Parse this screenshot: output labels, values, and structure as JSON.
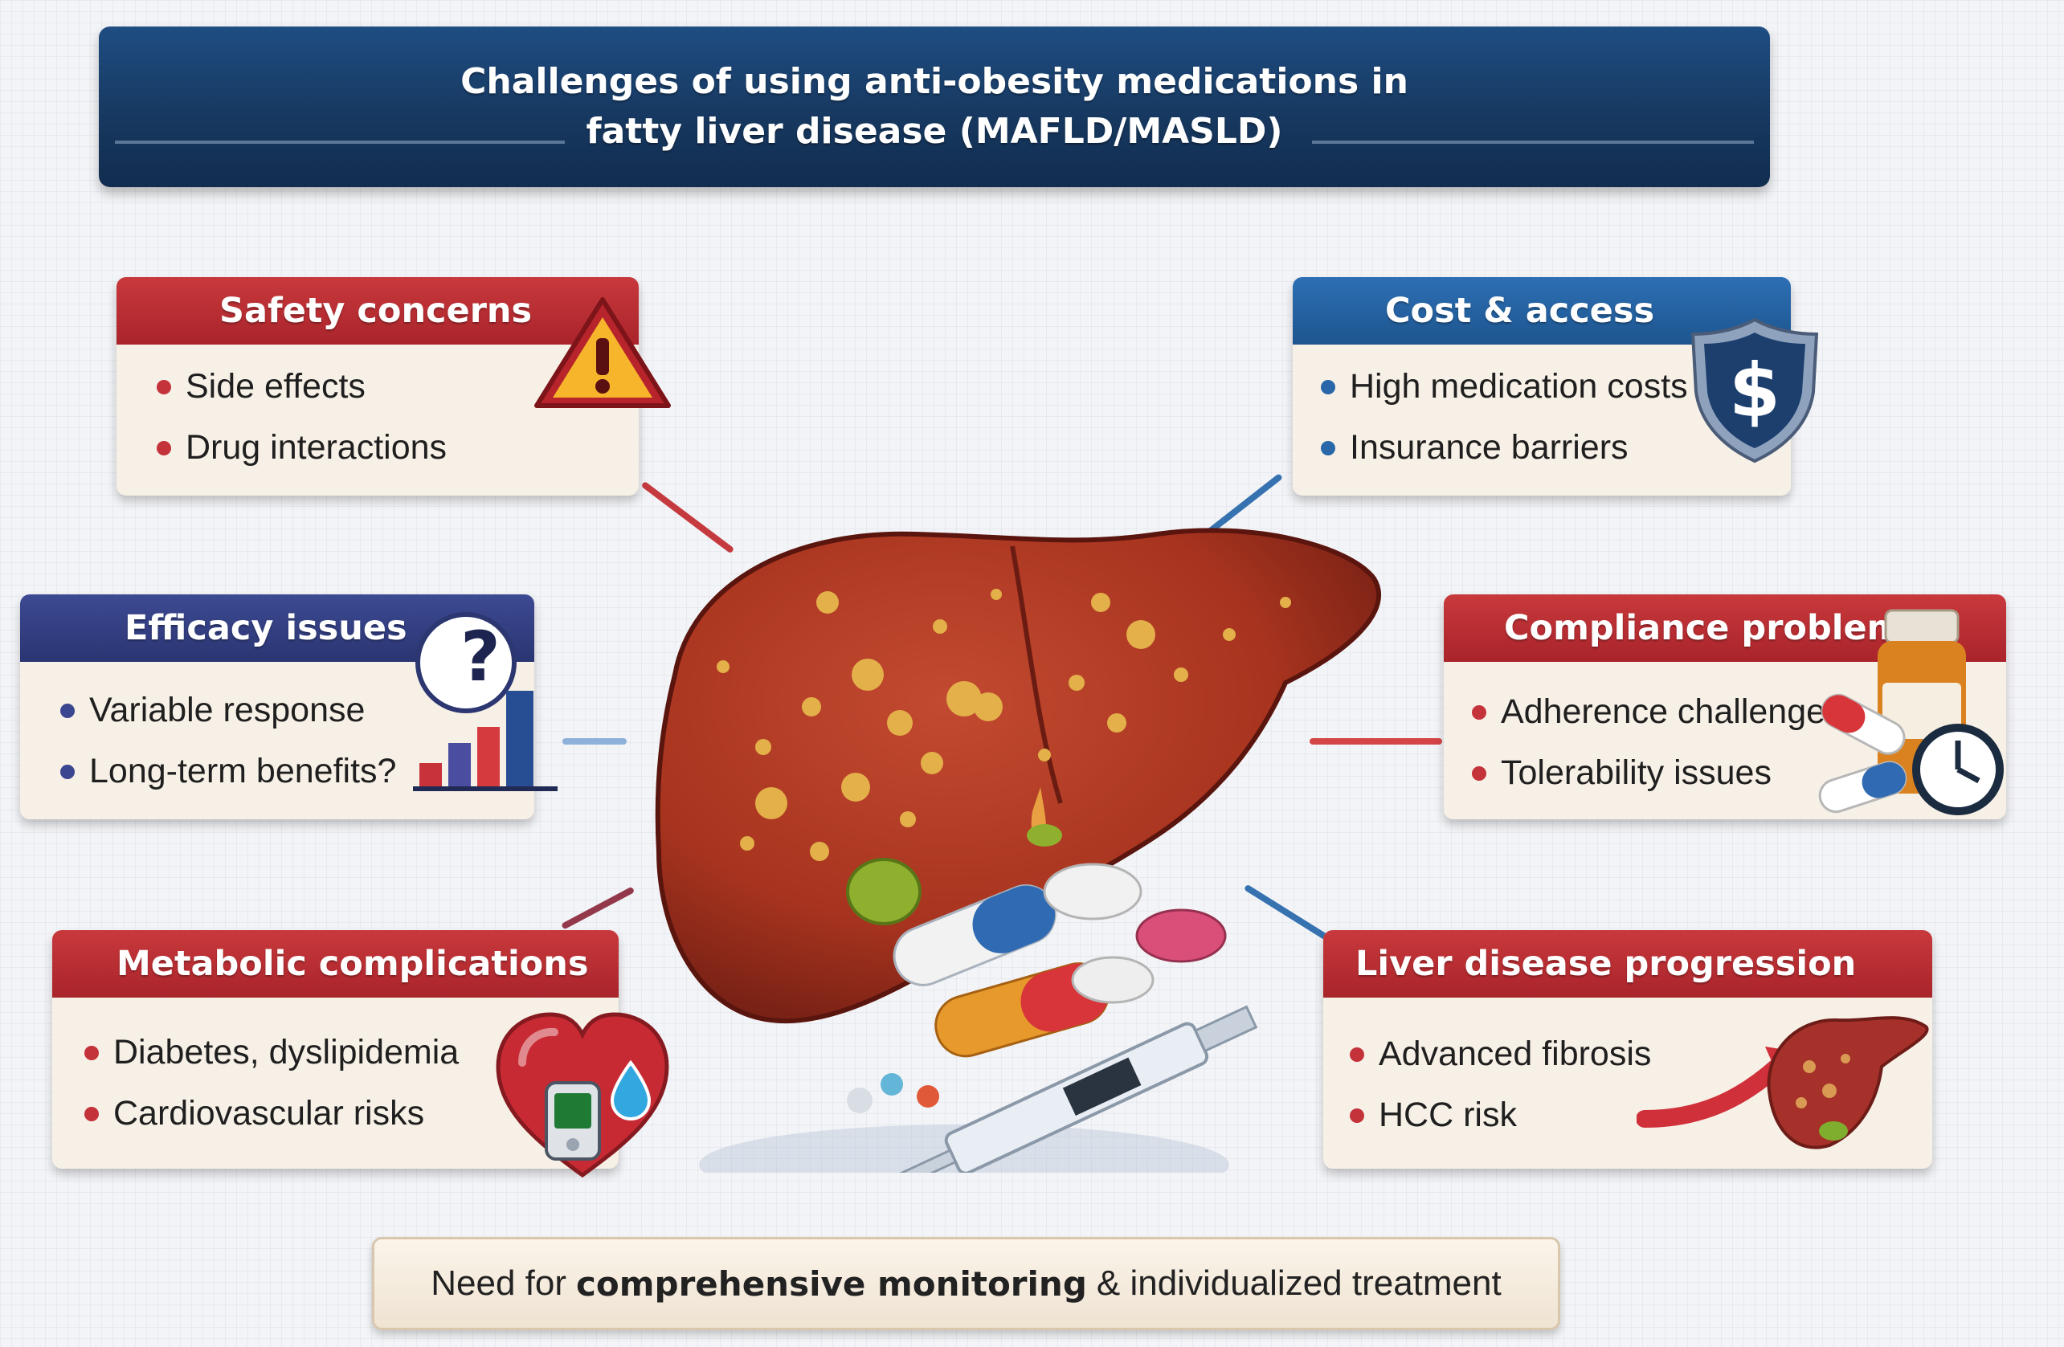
{
  "header": {
    "title_line1": "Challenges of using anti-obesity medications in",
    "title_line2": "fatty liver disease (MAFLD/MASLD)"
  },
  "cards": {
    "safety": {
      "title": "Safety concerns",
      "items": [
        "Side effects",
        "Drug interactions"
      ],
      "icon": "warning-icon"
    },
    "cost": {
      "title": "Cost & access",
      "items": [
        "High medication costs",
        "Insurance barriers"
      ],
      "icon": "dollar-shield-icon"
    },
    "efficacy": {
      "title": "Efficacy issues",
      "items": [
        "Variable response",
        "Long-term benefits?"
      ],
      "icon": "question-bar-chart-icon",
      "question_mark": "?"
    },
    "compliance": {
      "title": "Compliance problems",
      "items": [
        "Adherence challenges",
        "Tolerability issues"
      ],
      "icon": "pills-clock-icon"
    },
    "metabolic": {
      "title": "Metabolic complications",
      "items": [
        "Diabetes, dyslipidemia",
        "Cardiovascular risks"
      ],
      "icon": "heart-glucose-meter-icon"
    },
    "progression": {
      "title": "Liver disease progression",
      "items": [
        "Advanced fibrosis",
        "HCC risk"
      ],
      "icon": "liver-arrow-icon"
    }
  },
  "center": {
    "illustration": "fatty-liver-with-medications"
  },
  "footer": {
    "pre": "Need for",
    "bold": "comprehensive monitoring",
    "post": "& individualized treatment"
  },
  "colors": {
    "red": "#b12a31",
    "blue": "#24619f",
    "navy": "#323e80",
    "banner": "#183c66",
    "card_bg": "#f7f0e6"
  }
}
